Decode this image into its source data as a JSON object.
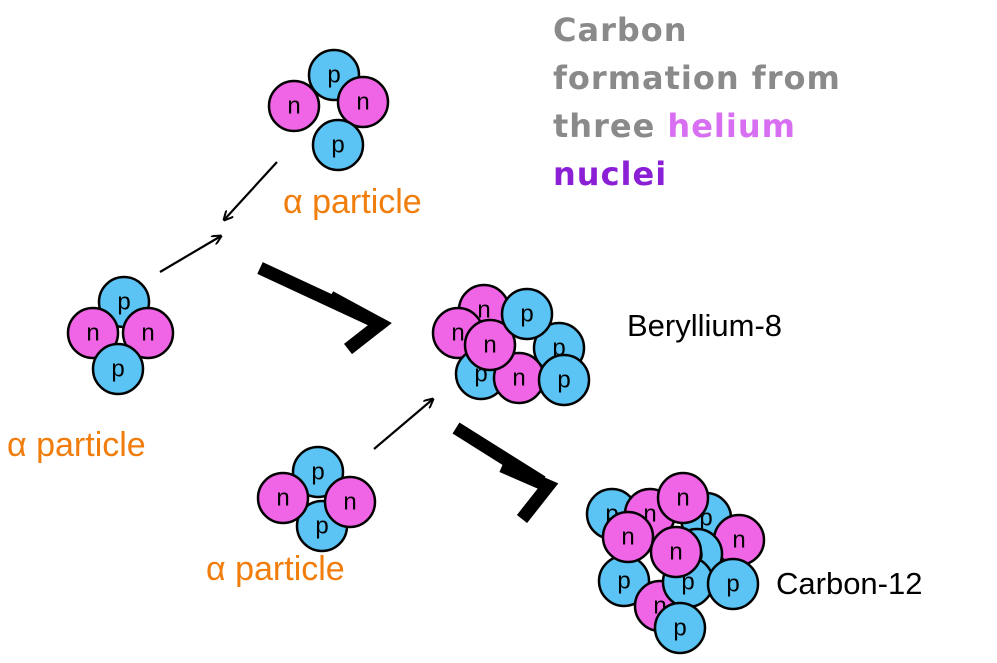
{
  "title": {
    "line1": "Carbon",
    "line2": "formation from",
    "line3_prefix": "three ",
    "line3_highlight": "helium",
    "line4": "nuclei"
  },
  "labels": {
    "alpha_top": "α particle",
    "alpha_left": "α particle",
    "alpha_bottom": "α particle",
    "beryllium": "Beryllium-8",
    "carbon": "Carbon-12"
  },
  "particle_letters": {
    "proton": "p",
    "neutron": "n"
  },
  "colors": {
    "proton": "#5bc4f5",
    "neutron": "#f065e6",
    "alpha_label": "#f07d0c",
    "title_gray": "#8a8a8a",
    "helium": "#d86ef2",
    "nuclei": "#8a1fd6"
  }
}
